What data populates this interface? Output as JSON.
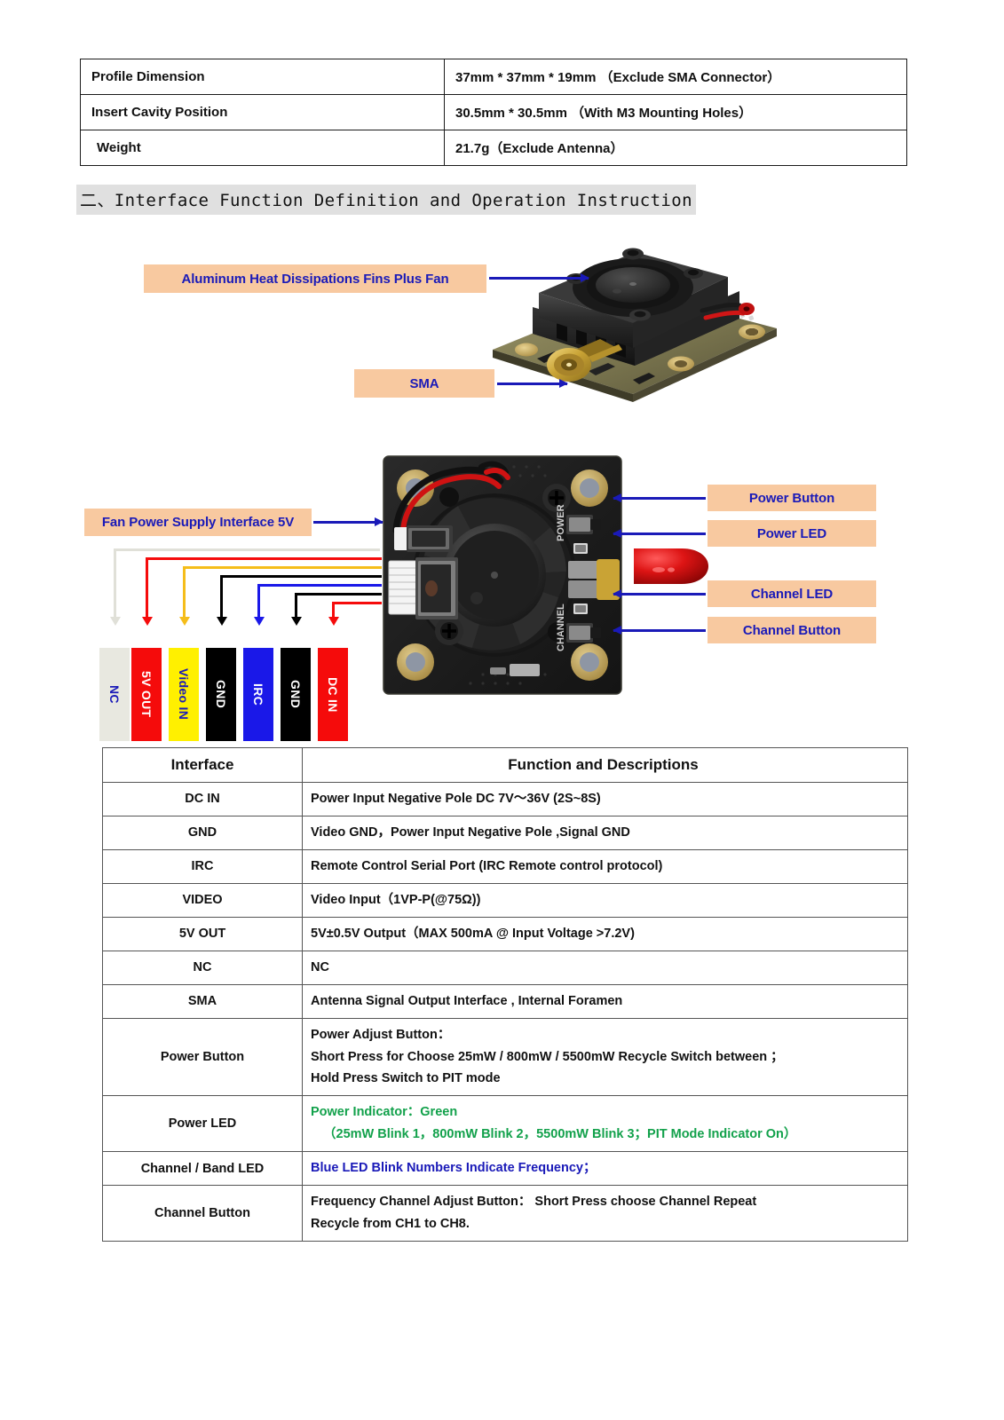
{
  "spec_table": {
    "rows": [
      {
        "key": "Profile Dimension",
        "value": "37mm * 37mm * 19mm  （Exclude SMA Connector）"
      },
      {
        "key": "Insert Cavity Position",
        "value": "30.5mm * 30.5mm  （With M3 Mounting Holes）"
      },
      {
        "key": "Weight",
        "value": "21.7g（Exclude Antenna）"
      }
    ]
  },
  "section_heading": "二、Interface Function Definition and Operation Instruction",
  "photo1_callouts": {
    "fins_fan": "Aluminum Heat Dissipations Fins Plus Fan",
    "sma": "SMA"
  },
  "photo2_callouts": {
    "fan_power": "Fan Power Supply Interface 5V",
    "power_button": "Power Button",
    "power_led": "Power LED",
    "channel_led": "Channel LED",
    "channel_button": "Channel Button"
  },
  "board_silkscreen": {
    "power": "POWER",
    "channel": "CHANNEL"
  },
  "wires": [
    {
      "label": "NC",
      "block_bg": "#e8e8e0",
      "text_color": "#1a1ab8",
      "wire_color": "#e0e0d8"
    },
    {
      "label": "5V OUT",
      "block_bg": "#f50b0b",
      "text_color": "#ffffff",
      "wire_color": "#f50b0b"
    },
    {
      "label": "Video IN",
      "block_bg": "#fff000",
      "text_color": "#1a1ab8",
      "wire_color": "#f5bd1a"
    },
    {
      "label": "GND",
      "block_bg": "#000000",
      "text_color": "#ffffff",
      "wire_color": "#000000"
    },
    {
      "label": "IRC",
      "block_bg": "#1a18e8",
      "text_color": "#ffffff",
      "wire_color": "#1a18e8"
    },
    {
      "label": "GND",
      "block_bg": "#000000",
      "text_color": "#ffffff",
      "wire_color": "#000000"
    },
    {
      "label": "DC IN",
      "block_bg": "#f50b0b",
      "text_color": "#ffffff",
      "wire_color": "#f50b0b"
    }
  ],
  "main_table": {
    "headers": {
      "interface": "Interface",
      "function": "Function and Descriptions"
    },
    "rows": [
      {
        "interface": "DC IN",
        "if_color": "#111111",
        "lines": [
          {
            "text": "Power Input Negative Pole DC 7V～36V (2S~8S)",
            "color": "#111111",
            "indent": false
          }
        ]
      },
      {
        "interface": "GND",
        "if_color": "#111111",
        "lines": [
          {
            "text": "Video GND，Power Input Negative Pole ,Signal GND",
            "color": "#111111",
            "indent": false
          }
        ]
      },
      {
        "interface": "IRC",
        "if_color": "#111111",
        "lines": [
          {
            "text": "Remote Control Serial Port   (IRC Remote control protocol)",
            "color": "#111111",
            "indent": false
          }
        ]
      },
      {
        "interface": "VIDEO",
        "if_color": "#111111",
        "lines": [
          {
            "text": "Video Input（1VP-P(@75Ω))",
            "color": "#111111",
            "indent": false
          }
        ]
      },
      {
        "interface": "5V OUT",
        "if_color": "#111111",
        "lines": [
          {
            "text": "5V±0.5V Output（MAX 500mA @   Input Voltage >7.2V)",
            "color": "#111111",
            "indent": false
          }
        ]
      },
      {
        "interface": "NC",
        "if_color": "#111111",
        "lines": [
          {
            "text": "NC",
            "color": "#111111",
            "indent": false
          }
        ]
      },
      {
        "interface": "SMA",
        "if_color": "#111111",
        "lines": [
          {
            "text": "Antenna Signal Output Interface , Internal Foramen",
            "color": "#111111",
            "indent": false
          }
        ]
      },
      {
        "interface": "Power Button",
        "if_color": "#111111",
        "lines": [
          {
            "text": "Power Adjust Button：",
            "color": "#111111",
            "indent": false
          },
          {
            "text": "Short Press for Choose 25mW / 800mW / 5500mW Recycle Switch between ；",
            "color": "#111111",
            "indent": false
          },
          {
            "text": "Hold Press Switch to PIT mode",
            "color": "#111111",
            "indent": false
          }
        ]
      },
      {
        "interface": "Power LED",
        "if_color": "#12a14b",
        "lines": [
          {
            "text": "Power Indicator：Green",
            "color": "#12a14b",
            "indent": false
          },
          {
            "text": "（25mW Blink 1，800mW Blink 2，5500mW Blink 3；PIT Mode Indicator On）",
            "color": "#12a14b",
            "indent": true
          }
        ]
      },
      {
        "interface": "Channel / Band LED",
        "if_color": "#1a1ab8",
        "lines": [
          {
            "text": "Blue LED Blink Numbers Indicate Frequency；",
            "color": "#1a1ab8",
            "indent": false
          }
        ]
      },
      {
        "interface": "Channel Button",
        "if_color": "#111111",
        "lines": [
          {
            "text": " Frequency  Channel  Adjust  Button：   Short  Press  choose  Channel  Repeat",
            "color": "#111111",
            "indent": false
          },
          {
            "text": "Recycle from CH1 to CH8.",
            "color": "#111111",
            "indent": false
          }
        ]
      }
    ]
  },
  "colors": {
    "callout_bg": "#f8c9a0",
    "callout_text": "#1a1ab8",
    "arrow": "#1a1ab8",
    "heading_bg": "#e0e0e0",
    "green": "#12a14b",
    "blue": "#1a1ab8"
  }
}
